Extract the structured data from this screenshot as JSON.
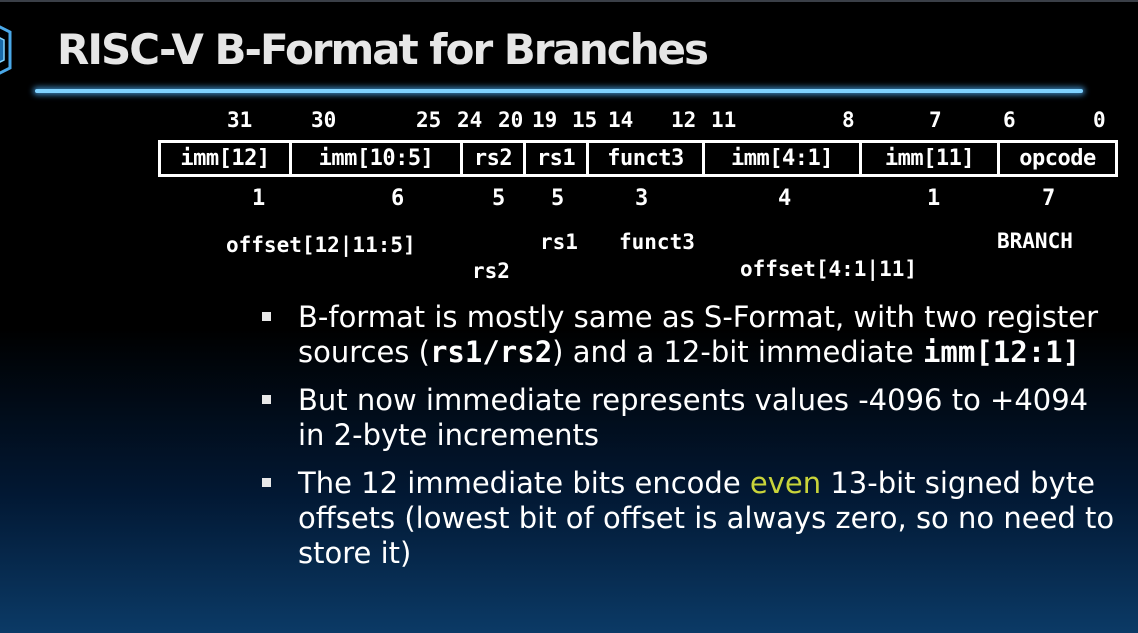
{
  "slide": {
    "title": "RISC-V B-Format for Branches"
  },
  "bit_positions": [
    "31",
    "30",
    "25",
    "24",
    "20",
    "19",
    "15",
    "14",
    "12",
    "11",
    "8",
    "7",
    "6",
    "0"
  ],
  "fields": [
    {
      "name": "imm[12]",
      "width": "1"
    },
    {
      "name": "imm[10:5]",
      "width": "6"
    },
    {
      "name": "rs2",
      "width": "5"
    },
    {
      "name": "rs1",
      "width": "5"
    },
    {
      "name": "funct3",
      "width": "3"
    },
    {
      "name": "imm[4:1]",
      "width": "4"
    },
    {
      "name": "imm[11]",
      "width": "1"
    },
    {
      "name": "opcode",
      "width": "7"
    }
  ],
  "labels": {
    "offset_hi": "offset[12|11:5]",
    "rs2": "rs2",
    "rs1": "rs1",
    "funct3": "funct3",
    "offset_lo": "offset[4:1|11]",
    "opcode": "BRANCH"
  },
  "bullets": [
    {
      "t1": "B-format is mostly same as S-Format, with two register sources (",
      "c1": "rs1/rs2",
      "t2": ") and a 12-bit immediate ",
      "c2": "imm[12:1]"
    },
    {
      "t1": "But now immediate represents values -4096 to +4094 in 2-byte increments"
    },
    {
      "t1": "The 12 immediate bits encode ",
      "hl": "even",
      "t2": " 13-bit signed byte offsets (lowest bit of offset is always zero, so no need to store it)"
    }
  ],
  "colors": {
    "title_rule": "#7fd2ff",
    "highlight": "#c9d43a"
  }
}
